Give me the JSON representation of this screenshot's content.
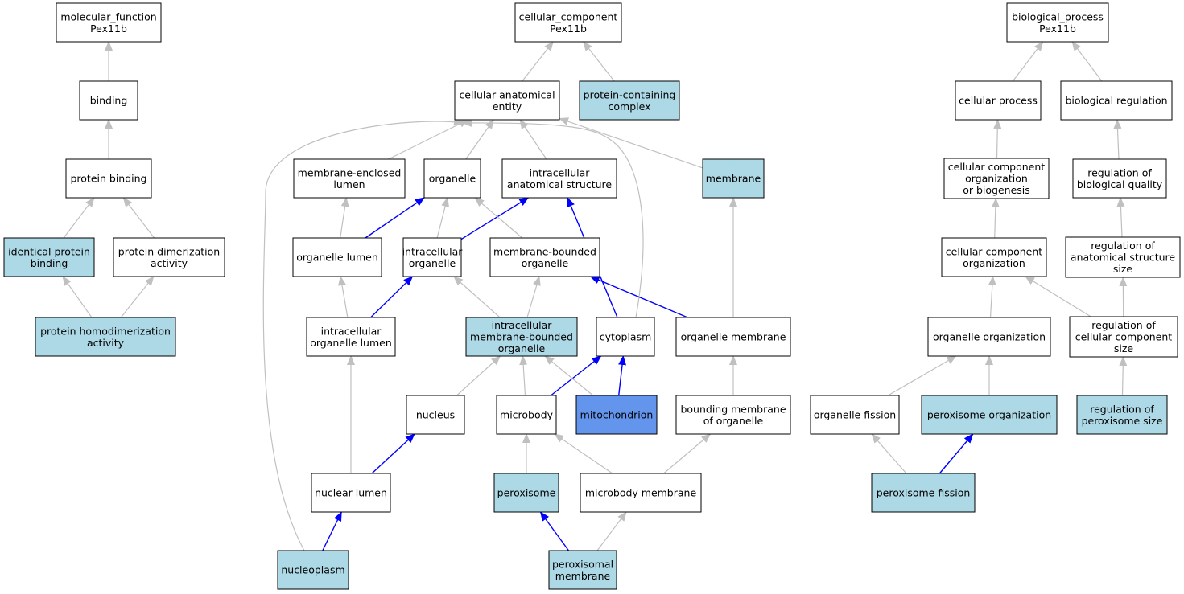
{
  "colors": {
    "plain": "#ffffff",
    "annotated": "#add8e6",
    "selected": "#6495ed",
    "is_a_edge": "#c0c0c0",
    "part_of_edge": "#0000ff"
  },
  "nodes": [
    {
      "id": "mf",
      "lines": [
        "molecular_function",
        "Pex11b"
      ],
      "style": "plain"
    },
    {
      "id": "binding",
      "lines": [
        "binding"
      ],
      "style": "plain"
    },
    {
      "id": "protein_binding",
      "lines": [
        "protein binding"
      ],
      "style": "plain"
    },
    {
      "id": "identical_protein_binding",
      "lines": [
        "identical protein",
        "binding"
      ],
      "style": "annotated"
    },
    {
      "id": "protein_dimerization",
      "lines": [
        "protein dimerization",
        "activity"
      ],
      "style": "plain"
    },
    {
      "id": "protein_homodimerization",
      "lines": [
        "protein homodimerization",
        "activity"
      ],
      "style": "annotated"
    },
    {
      "id": "cc",
      "lines": [
        "cellular_component",
        "Pex11b"
      ],
      "style": "plain"
    },
    {
      "id": "cae",
      "lines": [
        "cellular anatomical",
        "entity"
      ],
      "style": "plain"
    },
    {
      "id": "pcc",
      "lines": [
        "protein-containing",
        "complex"
      ],
      "style": "annotated"
    },
    {
      "id": "mel",
      "lines": [
        "membrane-enclosed",
        "lumen"
      ],
      "style": "plain"
    },
    {
      "id": "organelle",
      "lines": [
        "organelle"
      ],
      "style": "plain"
    },
    {
      "id": "ias",
      "lines": [
        "intracellular",
        "anatomical structure"
      ],
      "style": "plain"
    },
    {
      "id": "membrane",
      "lines": [
        "membrane"
      ],
      "style": "annotated"
    },
    {
      "id": "organelle_lumen",
      "lines": [
        "organelle lumen"
      ],
      "style": "plain"
    },
    {
      "id": "intracellular_organelle",
      "lines": [
        "intracellular",
        "organelle"
      ],
      "style": "plain"
    },
    {
      "id": "mbo",
      "lines": [
        "membrane-bounded",
        "organelle"
      ],
      "style": "plain"
    },
    {
      "id": "iol",
      "lines": [
        "intracellular",
        "organelle lumen"
      ],
      "style": "plain"
    },
    {
      "id": "imbo",
      "lines": [
        "intracellular",
        "membrane-bounded",
        "organelle"
      ],
      "style": "annotated"
    },
    {
      "id": "cytoplasm",
      "lines": [
        "cytoplasm"
      ],
      "style": "plain"
    },
    {
      "id": "organelle_membrane",
      "lines": [
        "organelle membrane"
      ],
      "style": "plain"
    },
    {
      "id": "nucleus",
      "lines": [
        "nucleus"
      ],
      "style": "plain"
    },
    {
      "id": "microbody",
      "lines": [
        "microbody"
      ],
      "style": "plain"
    },
    {
      "id": "mitochondrion",
      "lines": [
        "mitochondrion"
      ],
      "style": "selected"
    },
    {
      "id": "bmo",
      "lines": [
        "bounding membrane",
        "of organelle"
      ],
      "style": "plain"
    },
    {
      "id": "nuclear_lumen",
      "lines": [
        "nuclear lumen"
      ],
      "style": "plain"
    },
    {
      "id": "peroxisome",
      "lines": [
        "peroxisome"
      ],
      "style": "annotated"
    },
    {
      "id": "microbody_membrane",
      "lines": [
        "microbody membrane"
      ],
      "style": "plain"
    },
    {
      "id": "nucleoplasm",
      "lines": [
        "nucleoplasm"
      ],
      "style": "annotated"
    },
    {
      "id": "peroxisomal_membrane",
      "lines": [
        "peroxisomal",
        "membrane"
      ],
      "style": "annotated"
    },
    {
      "id": "bp",
      "lines": [
        "biological_process",
        "Pex11b"
      ],
      "style": "plain"
    },
    {
      "id": "cellular_process",
      "lines": [
        "cellular process"
      ],
      "style": "plain"
    },
    {
      "id": "biological_regulation",
      "lines": [
        "biological regulation"
      ],
      "style": "plain"
    },
    {
      "id": "ccob",
      "lines": [
        "cellular component",
        "organization",
        "or biogenesis"
      ],
      "style": "plain"
    },
    {
      "id": "rbq",
      "lines": [
        "regulation of",
        "biological quality"
      ],
      "style": "plain"
    },
    {
      "id": "cco",
      "lines": [
        "cellular component",
        "organization"
      ],
      "style": "plain"
    },
    {
      "id": "rass",
      "lines": [
        "regulation of",
        "anatomical structure",
        "size"
      ],
      "style": "plain"
    },
    {
      "id": "organelle_organization",
      "lines": [
        "organelle organization"
      ],
      "style": "plain"
    },
    {
      "id": "rccs",
      "lines": [
        "regulation of",
        "cellular component",
        "size"
      ],
      "style": "plain"
    },
    {
      "id": "organelle_fission",
      "lines": [
        "organelle fission"
      ],
      "style": "plain"
    },
    {
      "id": "peroxisome_organization",
      "lines": [
        "peroxisome organization"
      ],
      "style": "annotated"
    },
    {
      "id": "rps",
      "lines": [
        "regulation of",
        "peroxisome size"
      ],
      "style": "annotated"
    },
    {
      "id": "peroxisome_fission",
      "lines": [
        "peroxisome fission"
      ],
      "style": "annotated"
    }
  ],
  "edges": [
    {
      "from": "binding",
      "to": "mf",
      "type": "is_a"
    },
    {
      "from": "protein_binding",
      "to": "binding",
      "type": "is_a"
    },
    {
      "from": "identical_protein_binding",
      "to": "protein_binding",
      "type": "is_a"
    },
    {
      "from": "protein_dimerization",
      "to": "protein_binding",
      "type": "is_a"
    },
    {
      "from": "protein_homodimerization",
      "to": "identical_protein_binding",
      "type": "is_a"
    },
    {
      "from": "protein_homodimerization",
      "to": "protein_dimerization",
      "type": "is_a"
    },
    {
      "from": "cae",
      "to": "cc",
      "type": "is_a"
    },
    {
      "from": "pcc",
      "to": "cc",
      "type": "is_a"
    },
    {
      "from": "mel",
      "to": "cae",
      "type": "is_a"
    },
    {
      "from": "organelle",
      "to": "cae",
      "type": "is_a"
    },
    {
      "from": "ias",
      "to": "cae",
      "type": "is_a"
    },
    {
      "from": "membrane",
      "to": "cae",
      "type": "is_a"
    },
    {
      "from": "nucleoplasm",
      "to": "cae",
      "type": "is_a"
    },
    {
      "from": "cytoplasm",
      "to": "cae",
      "type": "is_a"
    },
    {
      "from": "organelle_lumen",
      "to": "mel",
      "type": "is_a"
    },
    {
      "from": "organelle_lumen",
      "to": "organelle",
      "type": "part_of"
    },
    {
      "from": "intracellular_organelle",
      "to": "organelle",
      "type": "is_a"
    },
    {
      "from": "intracellular_organelle",
      "to": "ias",
      "type": "part_of"
    },
    {
      "from": "mbo",
      "to": "organelle",
      "type": "is_a"
    },
    {
      "from": "cytoplasm",
      "to": "ias",
      "type": "part_of"
    },
    {
      "from": "organelle_membrane",
      "to": "membrane",
      "type": "is_a"
    },
    {
      "from": "organelle_membrane",
      "to": "mbo",
      "type": "part_of"
    },
    {
      "from": "iol",
      "to": "organelle_lumen",
      "type": "is_a"
    },
    {
      "from": "iol",
      "to": "intracellular_organelle",
      "type": "part_of"
    },
    {
      "from": "imbo",
      "to": "intracellular_organelle",
      "type": "is_a"
    },
    {
      "from": "imbo",
      "to": "mbo",
      "type": "is_a"
    },
    {
      "from": "nucleus",
      "to": "imbo",
      "type": "is_a"
    },
    {
      "from": "microbody",
      "to": "imbo",
      "type": "is_a"
    },
    {
      "from": "microbody",
      "to": "cytoplasm",
      "type": "part_of"
    },
    {
      "from": "mitochondrion",
      "to": "imbo",
      "type": "is_a"
    },
    {
      "from": "mitochondrion",
      "to": "cytoplasm",
      "type": "part_of"
    },
    {
      "from": "bmo",
      "to": "organelle_membrane",
      "type": "is_a"
    },
    {
      "from": "nuclear_lumen",
      "to": "iol",
      "type": "is_a"
    },
    {
      "from": "nuclear_lumen",
      "to": "nucleus",
      "type": "part_of"
    },
    {
      "from": "peroxisome",
      "to": "microbody",
      "type": "is_a"
    },
    {
      "from": "microbody_membrane",
      "to": "bmo",
      "type": "is_a"
    },
    {
      "from": "microbody_membrane",
      "to": "microbody",
      "type": "is_a"
    },
    {
      "from": "nucleoplasm",
      "to": "nuclear_lumen",
      "type": "part_of"
    },
    {
      "from": "peroxisomal_membrane",
      "to": "peroxisome",
      "type": "part_of"
    },
    {
      "from": "peroxisomal_membrane",
      "to": "microbody_membrane",
      "type": "is_a"
    },
    {
      "from": "cellular_process",
      "to": "bp",
      "type": "is_a"
    },
    {
      "from": "biological_regulation",
      "to": "bp",
      "type": "is_a"
    },
    {
      "from": "ccob",
      "to": "cellular_process",
      "type": "is_a"
    },
    {
      "from": "rbq",
      "to": "biological_regulation",
      "type": "is_a"
    },
    {
      "from": "cco",
      "to": "ccob",
      "type": "is_a"
    },
    {
      "from": "rass",
      "to": "rbq",
      "type": "is_a"
    },
    {
      "from": "organelle_organization",
      "to": "cco",
      "type": "is_a"
    },
    {
      "from": "rccs",
      "to": "cco",
      "type": "is_a"
    },
    {
      "from": "rccs",
      "to": "rass",
      "type": "is_a"
    },
    {
      "from": "organelle_fission",
      "to": "organelle_organization",
      "type": "is_a"
    },
    {
      "from": "peroxisome_organization",
      "to": "organelle_organization",
      "type": "is_a"
    },
    {
      "from": "rps",
      "to": "rccs",
      "type": "is_a"
    },
    {
      "from": "peroxisome_fission",
      "to": "organelle_fission",
      "type": "is_a"
    },
    {
      "from": "peroxisome_fission",
      "to": "peroxisome_organization",
      "type": "part_of"
    }
  ]
}
